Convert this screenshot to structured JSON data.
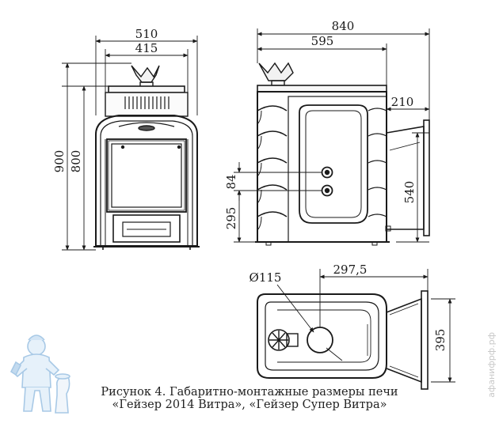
{
  "dimensions": {
    "front_width_total": "510",
    "front_width_inner": "415",
    "front_height_total": "900",
    "front_height_body": "800",
    "side_depth_total": "840",
    "side_depth_body": "595",
    "side_tunnel_length": "210",
    "side_tunnel_height": "540",
    "side_heater_spacing": "84",
    "side_heater_height": "295",
    "top_diameter": "Ø115",
    "top_offset": "297,5",
    "top_tunnel_width": "395"
  },
  "caption": {
    "line1": "Рисунок 4. Габаритно-монтажные размеры печи",
    "line2": "«Гейзер 2014 Витра», «Гейзер Супер Витра»"
  },
  "watermark": "афанифрф.рф"
}
